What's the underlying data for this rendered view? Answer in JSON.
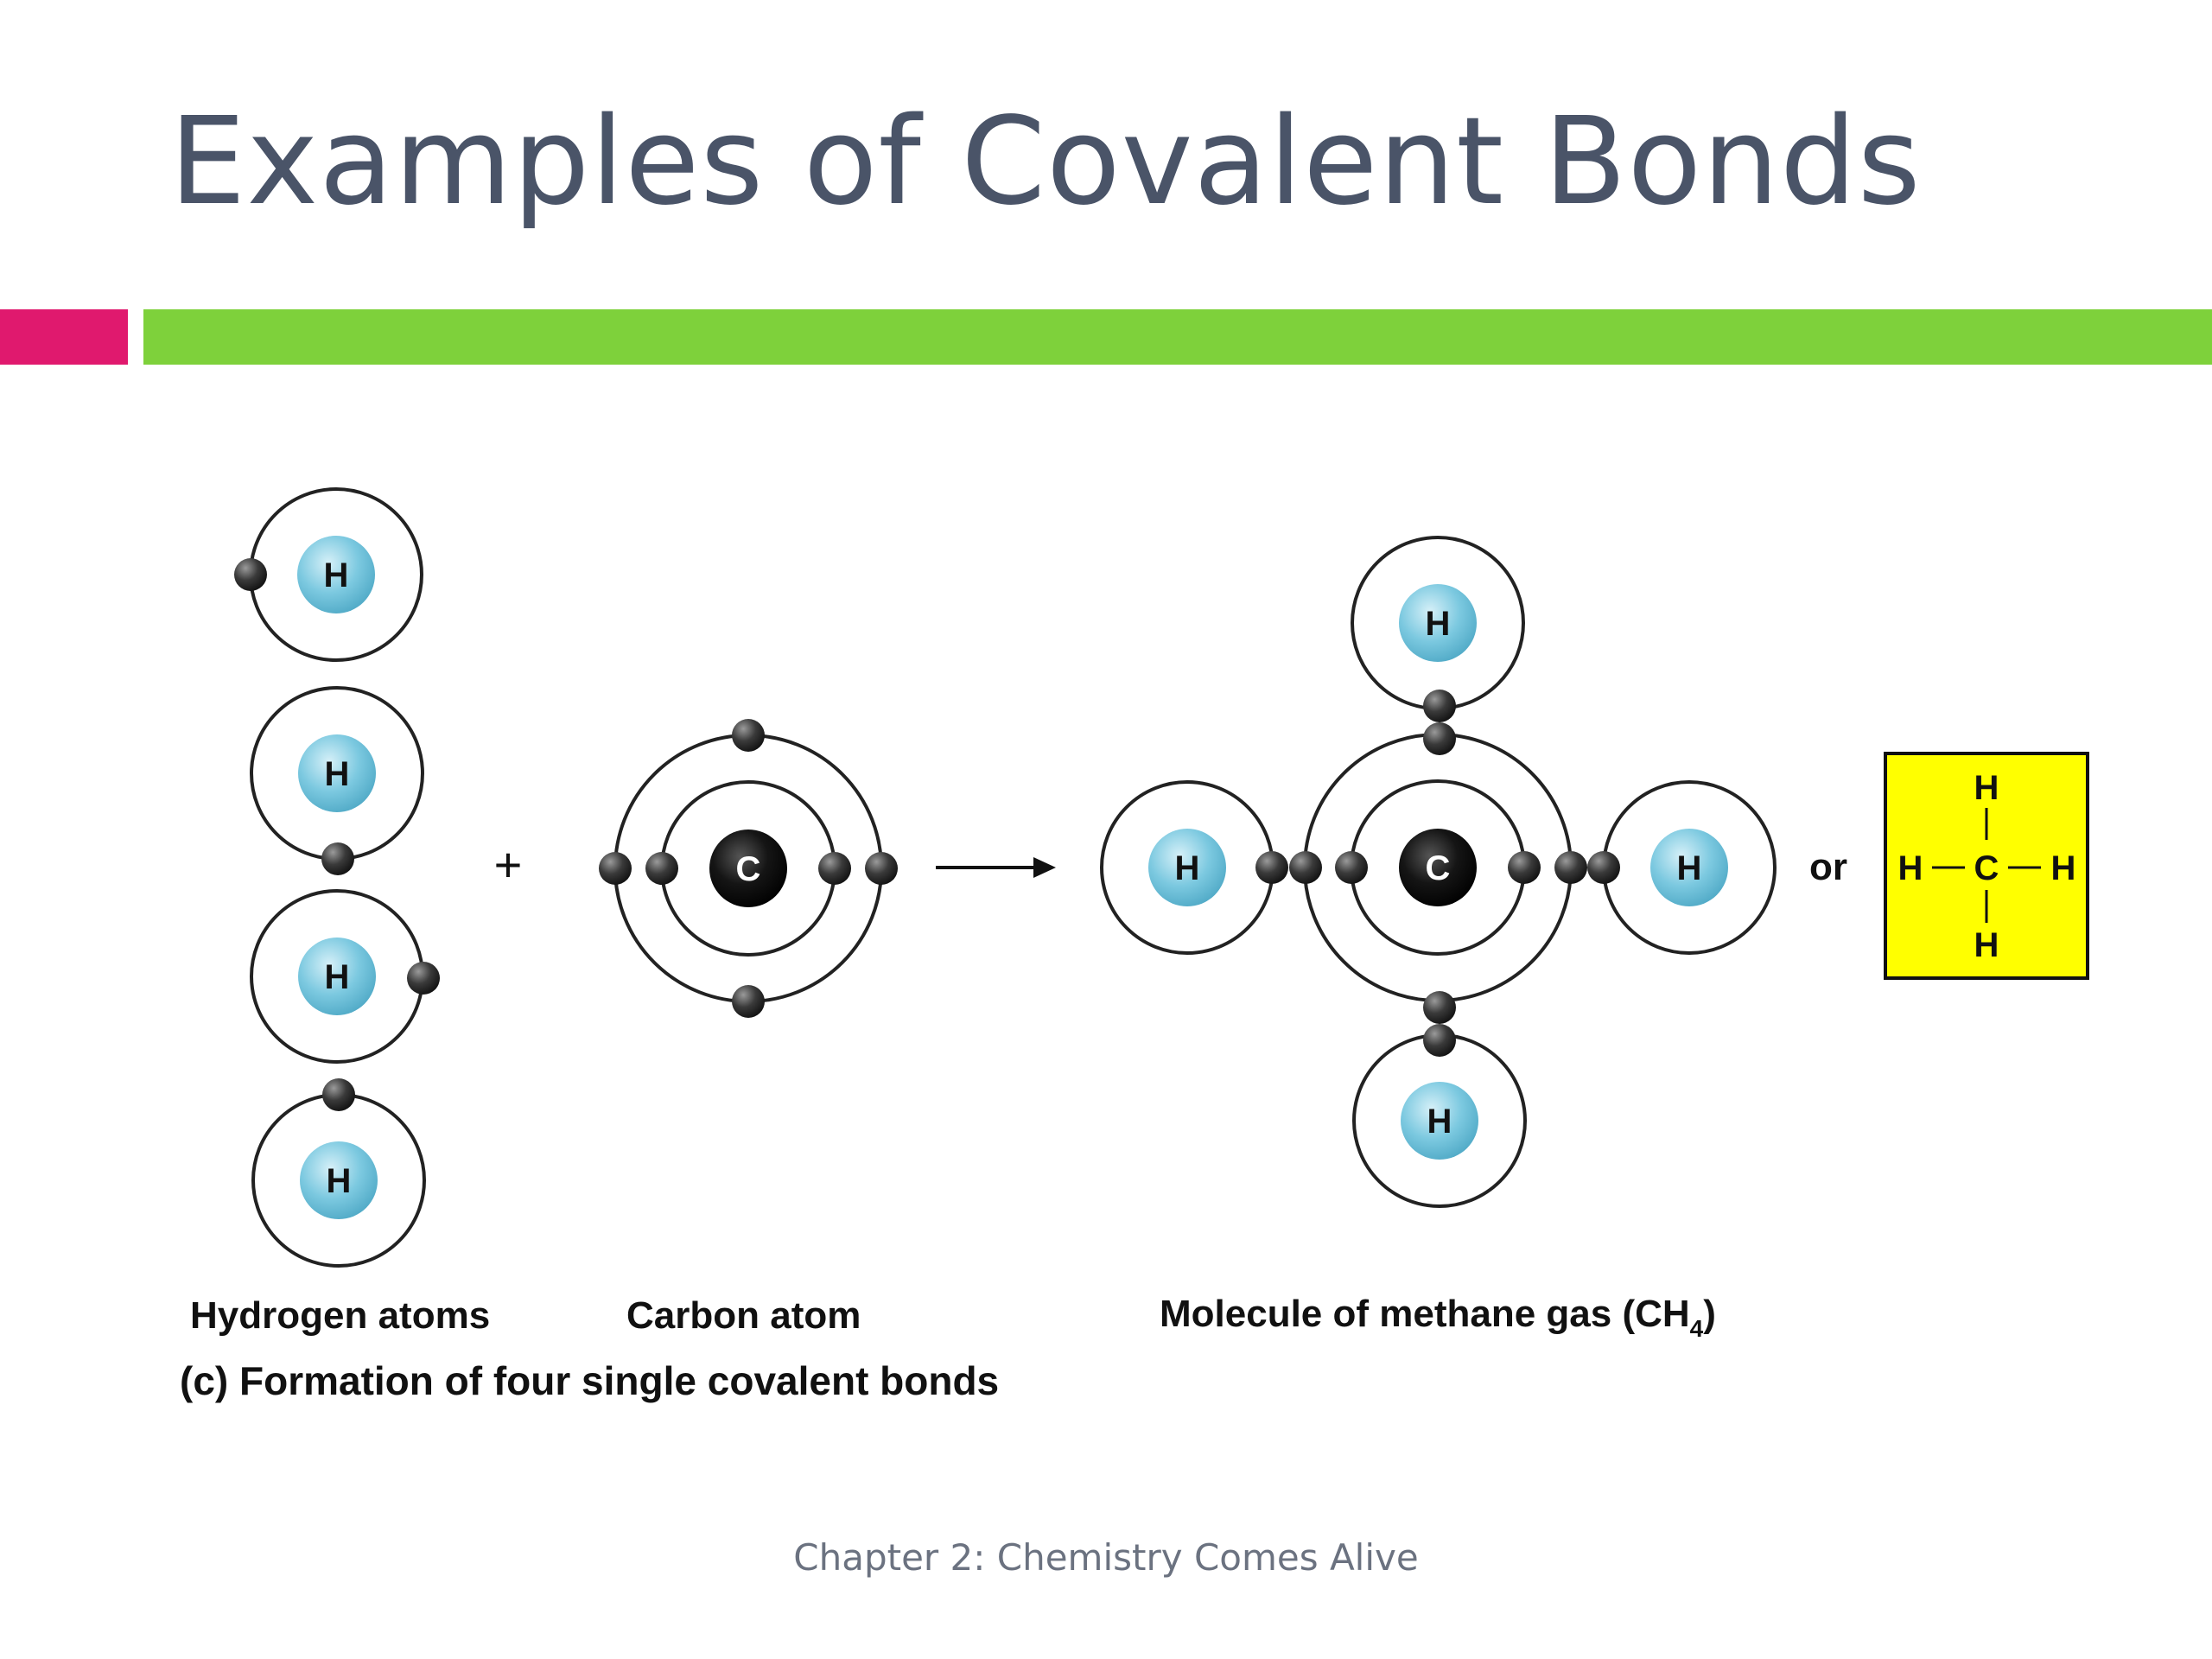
{
  "title": "Examples of Covalent Bonds",
  "colors": {
    "accent_pink": "#e0196e",
    "accent_green": "#7ed13b",
    "title_color": "#4a5468",
    "hydrogen_nucleus": "#7cc9e0",
    "carbon_nucleus": "#111111",
    "structure_box": "#ffff00"
  },
  "diagram": {
    "hydrogen_symbol": "H",
    "carbon_symbol": "C",
    "plus_sign": "+",
    "or_text": "or",
    "labels": {
      "hydrogen_atoms": "Hydrogen atoms",
      "carbon_atom": "Carbon atom",
      "methane_prefix": "Molecule of methane gas (CH",
      "methane_subscript": "4",
      "methane_suffix": ")"
    },
    "caption": "(c) Formation of four single covalent bonds",
    "structural_formula": {
      "top": "H",
      "left": "H",
      "center": "C",
      "right": "H",
      "bottom": "H"
    }
  },
  "footer": "Chapter 2: Chemistry Comes Alive"
}
